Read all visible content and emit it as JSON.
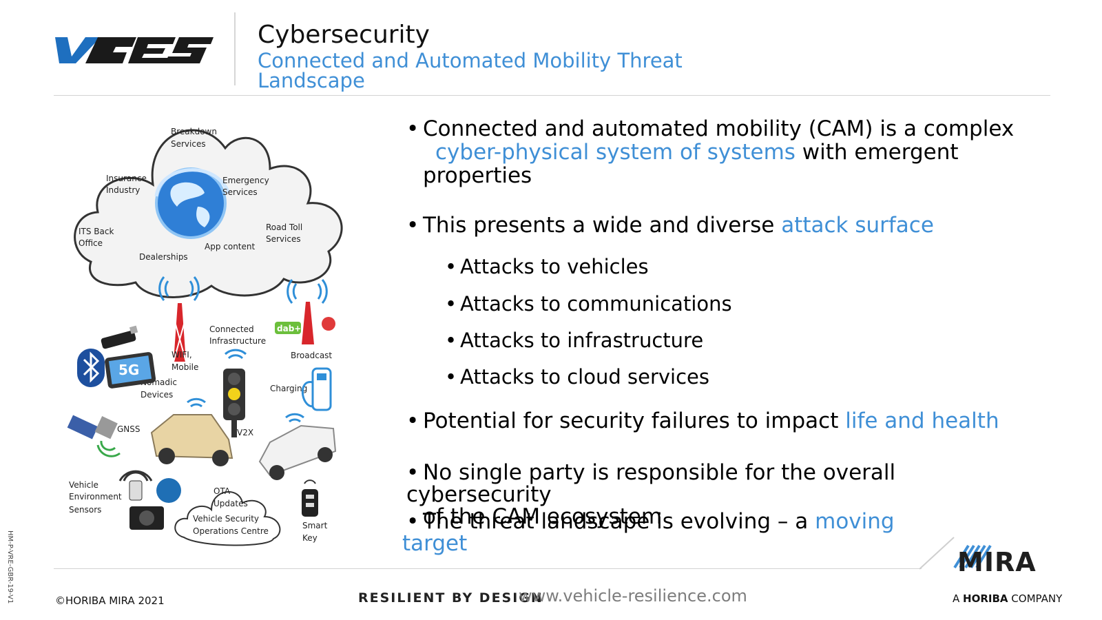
{
  "header": {
    "logo_text": "VRES",
    "title": "Cybersecurity",
    "subtitle": "Connected and Automated Mobility Threat Landscape"
  },
  "diagram": {
    "cloud_labels": {
      "breakdown": [
        "Breakdown",
        "Services"
      ],
      "insurance": [
        "Insurance",
        "Industry"
      ],
      "emergency": [
        "Emergency",
        "Services"
      ],
      "its": [
        "ITS Back",
        "Office"
      ],
      "road": [
        "Road Toll",
        "Services"
      ],
      "app": "App content",
      "dealerships": "Dealerships"
    },
    "labels": {
      "connected": [
        "Connected",
        "Infrastructure"
      ],
      "wifi": [
        "WIFI,",
        "Mobile"
      ],
      "broadcast": "Broadcast",
      "nomadic": [
        "Nomadic",
        "Devices"
      ],
      "charging": "Charging",
      "gnss": "GNSS",
      "v2x": "V2X",
      "vehicle_env": [
        "Vehicle",
        "Environment",
        "Sensors"
      ],
      "ota": [
        "OTA",
        "Updates"
      ],
      "vsoc": [
        "Vehicle Security",
        "Operations Centre"
      ],
      "smart_key": [
        "Smart",
        "Key"
      ],
      "dab": "dab+",
      "badge_5g": "5G"
    }
  },
  "bullets": {
    "b1": {
      "t1": "Connected and automated mobility (CAM) is a complex",
      "hl": "cyber-physical system of systems",
      "t2": " with emergent",
      "t3": "properties"
    },
    "b2": {
      "t1": "This presents a wide and diverse ",
      "hl": "attack surface"
    },
    "sub": [
      "Attacks to vehicles",
      "Attacks to communications",
      "Attacks to infrastructure",
      "Attacks to cloud services"
    ],
    "b3": {
      "t1": "Potential for security failures to impact ",
      "hl": "life and health"
    },
    "b4": {
      "t1": "No single party is responsible for the overall cybersecurity",
      "t2": "of the CAM ecosystem"
    },
    "b5": {
      "t1": "The threat landscape is evolving – a ",
      "hl1": "moving",
      "hl2": "target"
    }
  },
  "footer": {
    "copyright": "©HORIBA MIRA 2021",
    "tagline": "RESILIENT BY DESIGN",
    "url": "www.vehicle-resilience.com",
    "side_code": "HM-P-VRE-GBR-19-V1",
    "mira": "MIRA",
    "horiba_a": "A ",
    "horiba_b": "HORIBA",
    "horiba_c": " COMPANY"
  },
  "colors": {
    "accent": "#3f8fd6",
    "logo_blue": "#1e6fbf",
    "logo_dark": "#1a1a1a"
  }
}
